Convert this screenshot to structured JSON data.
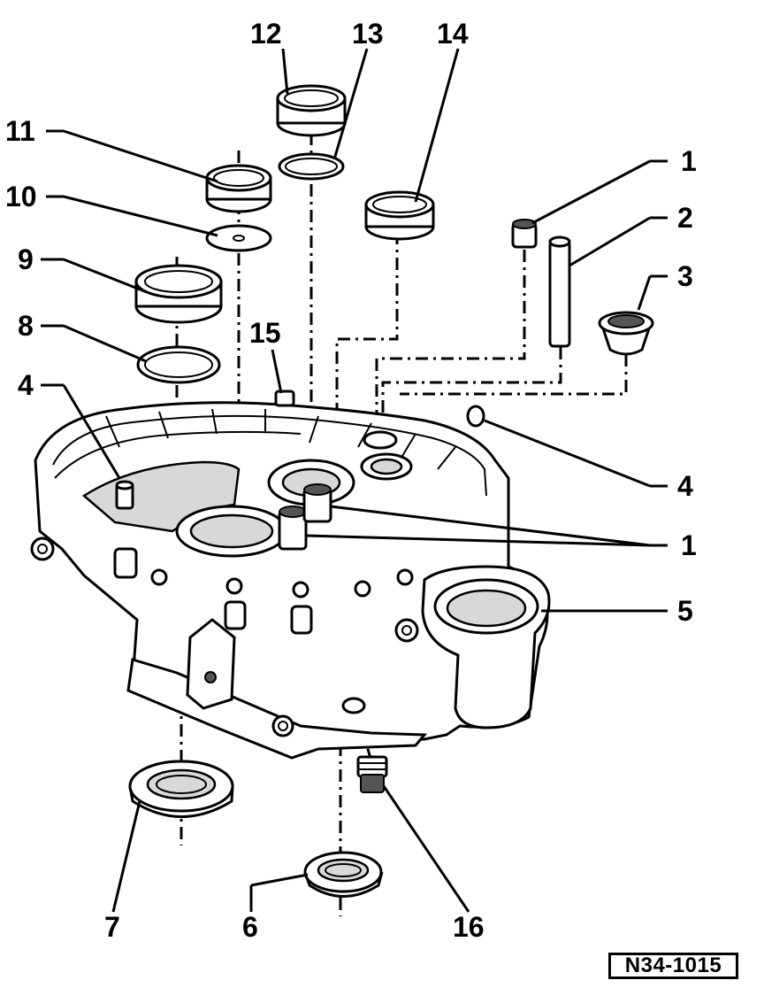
{
  "callouts": {
    "c1a": "1",
    "c2": "2",
    "c3": "3",
    "c4b": "4",
    "c1b": "1",
    "c5": "5",
    "c16": "16",
    "c6": "6",
    "c7": "7",
    "c4a": "4",
    "c8": "8",
    "c9": "9",
    "c10": "10",
    "c11": "11",
    "c12": "12",
    "c13": "13",
    "c14": "14",
    "c15": "15"
  },
  "reference": "N34-1015"
}
